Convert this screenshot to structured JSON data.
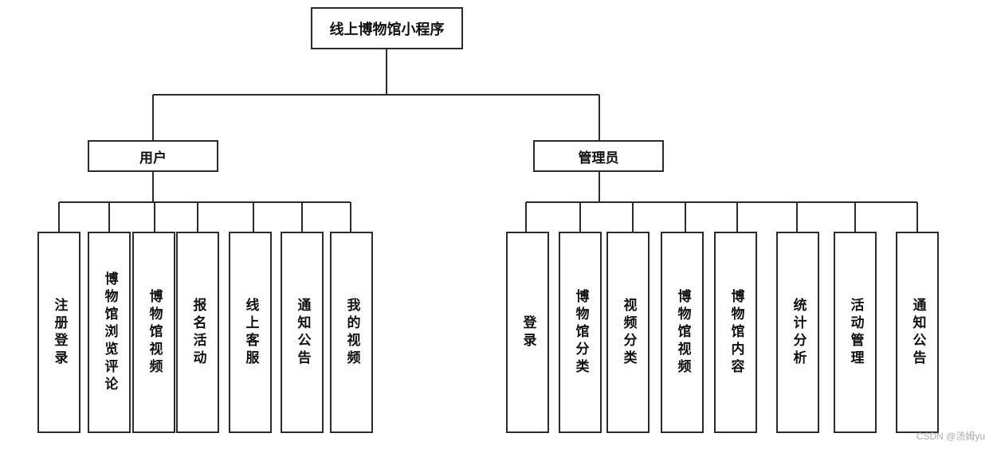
{
  "root": {
    "label": "线上博物馆小程序"
  },
  "branches": [
    {
      "label": "用户",
      "children": [
        "注册登录",
        "博物馆浏览评论",
        "博物馆视频",
        "报名活动",
        "线上客服",
        "通知公告",
        "我的视频"
      ]
    },
    {
      "label": "管理员",
      "children": [
        "登录",
        "博物馆分类",
        "视频分类",
        "博物馆视频",
        "博物馆内容",
        "统计分析",
        "活动管理",
        "通知公告"
      ]
    }
  ],
  "watermark": "CSDN @汤姆yu"
}
